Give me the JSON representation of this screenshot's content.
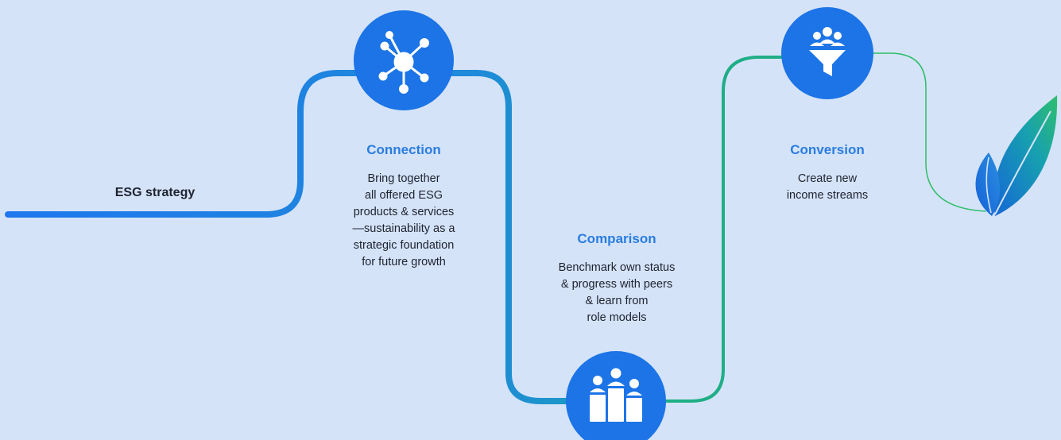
{
  "start": {
    "label": "ESG strategy"
  },
  "steps": [
    {
      "title": "Connection",
      "lines": [
        "Bring together",
        "all offered ESG",
        "products & services",
        "—sustainability as a",
        "strategic foundation",
        "for future growth"
      ],
      "icon": "network-hub-icon"
    },
    {
      "title": "Comparison",
      "lines": [
        "Benchmark own status",
        "& progress with peers",
        "& learn from",
        "role models"
      ],
      "icon": "podium-people-icon"
    },
    {
      "title": "Conversion",
      "lines": [
        "Create new",
        "income streams"
      ],
      "icon": "people-funnel-icon"
    }
  ],
  "end": {
    "icon": "leaf-icon"
  },
  "colors": {
    "background": "#d5e3f8",
    "circle": "#1c74e6",
    "title": "#2a7de1",
    "path_start": "#1f77ee",
    "path_mid": "#1a9fc1",
    "path_end": "#1fb27a",
    "leaf_dark": "#1566d6",
    "leaf_light": "#2fbf6e"
  }
}
